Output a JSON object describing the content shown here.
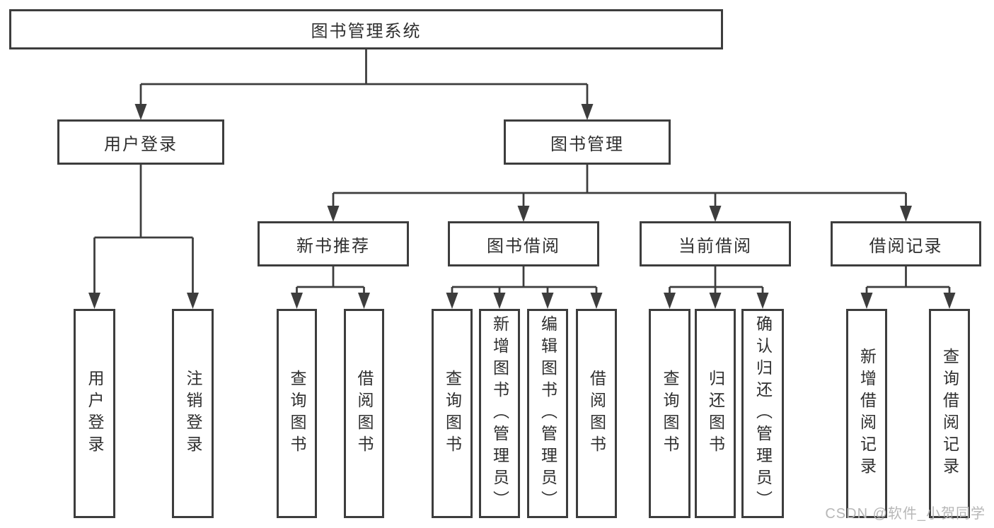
{
  "tree": {
    "root": {
      "label": "图书管理系统"
    },
    "children": [
      {
        "label": "用户登录",
        "children": [
          {
            "label": "用户登录"
          },
          {
            "label": "注销登录"
          }
        ]
      },
      {
        "label": "图书管理",
        "children": [
          {
            "label": "新书推荐",
            "children": [
              {
                "label": "查询图书"
              },
              {
                "label": "借阅图书"
              }
            ]
          },
          {
            "label": "图书借阅",
            "children": [
              {
                "label": "查询图书"
              },
              {
                "label": "新增图书（管理员）"
              },
              {
                "label": "编辑图书（管理员）"
              },
              {
                "label": "借阅图书"
              }
            ]
          },
          {
            "label": "当前借阅",
            "children": [
              {
                "label": "查询图书"
              },
              {
                "label": "归还图书"
              },
              {
                "label": "确认归还（管理员）"
              }
            ]
          },
          {
            "label": "借阅记录",
            "children": [
              {
                "label": "新增借阅记录"
              },
              {
                "label": "查询借阅记录"
              }
            ]
          }
        ]
      }
    ]
  },
  "watermark": "CSDN @软件_小贺同学",
  "colors": {
    "line": "#3d3d3d",
    "text": "#2f2f2f",
    "watermark": "#b7b7b7",
    "background": "#ffffff"
  }
}
